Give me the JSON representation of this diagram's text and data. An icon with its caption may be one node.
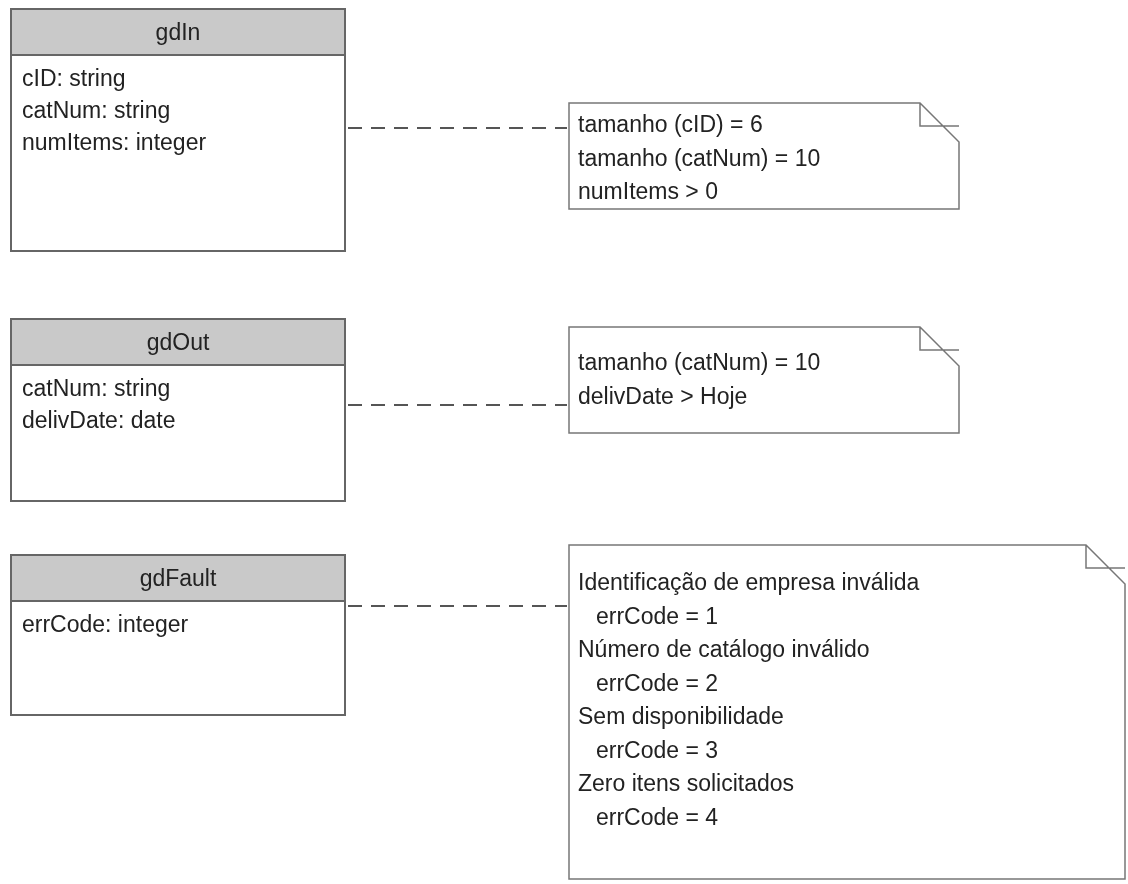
{
  "diagram": {
    "nodes": [
      {
        "text": [
          "gdIn",
          "cID: string",
          "catNum: string",
          "numItems: integer"
        ]
      },
      {
        "text": [
          "tamanho (cID) = 6",
          "tamanho (catNum) = 10",
          "numItems > 0"
        ]
      },
      {
        "text": [
          "gdOut",
          "catNum: string",
          "delivDate: date"
        ]
      },
      {
        "text": [
          "tamanho (catNum) = 10",
          "delivDate > Hoje"
        ]
      },
      {
        "text": [
          "gdFault",
          "errCode: integer"
        ]
      },
      {
        "text": [
          "Identificação de empresa inválida",
          "errCode = 1",
          "Número de catálogo inválido",
          "errCode = 2",
          "Sem disponibilidade",
          "errCode = 3",
          "Zero itens solicitados",
          "errCode = 4"
        ]
      }
    ],
    "edges": [
      {
        "from": 0,
        "to": 1,
        "arrow": "none",
        "style": "dashed"
      },
      {
        "from": 2,
        "to": 3,
        "arrow": "none",
        "style": "dashed"
      },
      {
        "from": 4,
        "to": 5,
        "arrow": "none",
        "style": "dashed"
      }
    ]
  }
}
